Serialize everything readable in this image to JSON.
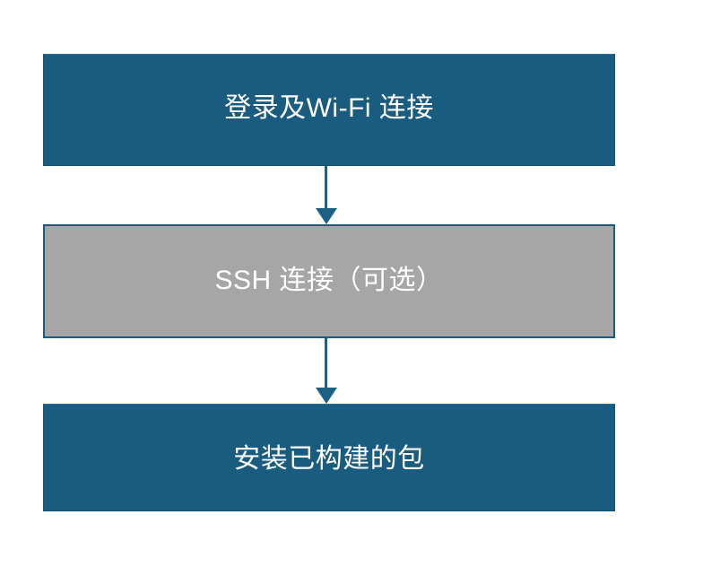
{
  "diagram": {
    "type": "flowchart",
    "orientation": "vertical",
    "background_color": "#FFFFFF",
    "nodes": [
      {
        "id": "login",
        "label": "登录及Wi-Fi 连接",
        "fill_color": "#1A5B80",
        "text_color": "#FFFFFF",
        "style": "process"
      },
      {
        "id": "ssh",
        "label": "SSH 连接（可选）",
        "fill_color": "#A6A6A6",
        "border_color": "#1C5B7E",
        "text_color": "#FFFFFF",
        "style": "optional-process"
      },
      {
        "id": "install",
        "label": "安装已构建的包",
        "fill_color": "#1A5B80",
        "text_color": "#FFFFFF",
        "style": "process"
      }
    ],
    "connectors": [
      {
        "id": "login-to-ssh",
        "from": "login",
        "to": "ssh",
        "color": "#1C6085",
        "arrowhead": "solid-triangle"
      },
      {
        "id": "ssh-to-install",
        "from": "ssh",
        "to": "install",
        "color": "#1C6085",
        "arrowhead": "solid-triangle"
      }
    ]
  }
}
